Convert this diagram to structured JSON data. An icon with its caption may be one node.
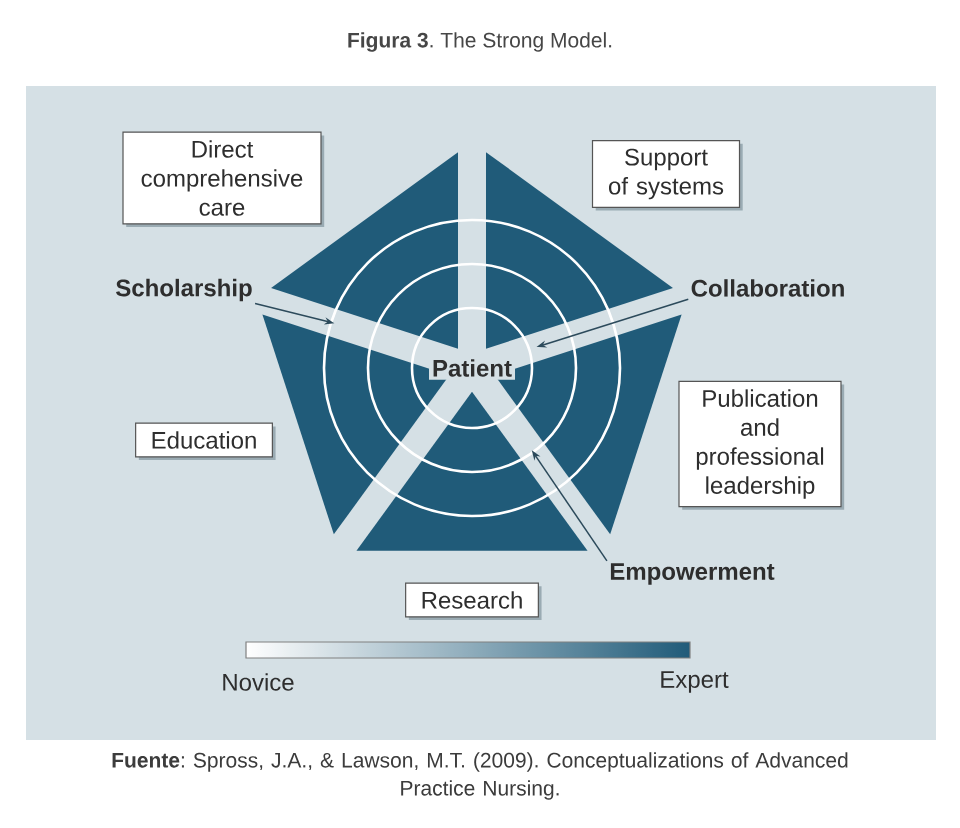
{
  "diagram": {
    "title": "**Figura 3**. The Strong Model.",
    "caption": "**Fuente**: Spross, J.A., & Lawson, M.T. (2009). Conceptualizations of Advanced Practice Nursing.",
    "nodes": [
      {
        "text": [
          "Direct comprehensive care"
        ]
      },
      {
        "text": [
          "Support of systems"
        ]
      },
      {
        "text": [
          "Patient"
        ]
      },
      {
        "text": [
          "Scholarship"
        ]
      },
      {
        "text": [
          "Collaboration"
        ]
      },
      {
        "text": [
          "Publication and professional leadership"
        ]
      },
      {
        "text": [
          "Education"
        ]
      },
      {
        "text": [
          "Empowerment"
        ]
      },
      {
        "text": [
          "Research"
        ]
      }
    ],
    "edges": [
      {
        "from": 3,
        "to": 2,
        "arrow": "to"
      },
      {
        "from": 4,
        "to": 2,
        "arrow": "to"
      },
      {
        "from": 7,
        "to": 2,
        "arrow": "to"
      }
    ],
    "labels": [
      "Novice",
      "Expert"
    ]
  }
}
